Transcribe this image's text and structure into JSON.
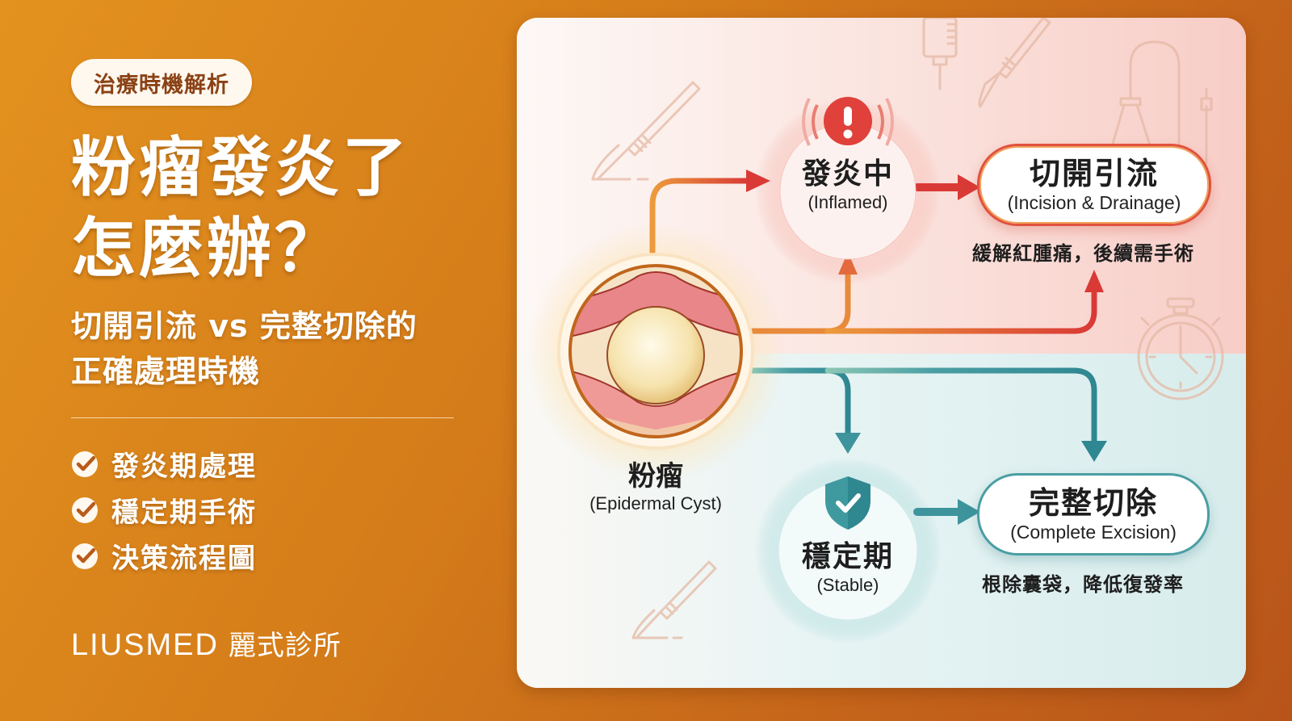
{
  "left": {
    "tag": "治療時機解析",
    "title_lines": [
      "粉瘤發炎了",
      "怎麼辦？"
    ],
    "subtitle_lines": [
      "切開引流 vs 完整切除的",
      "正確處理時機"
    ],
    "checklist": [
      {
        "icon": "check-circle-icon",
        "label": "發炎期處理"
      },
      {
        "icon": "check-circle-icon",
        "label": "穩定期手術"
      },
      {
        "icon": "check-circle-icon",
        "label": "決策流程圖"
      }
    ],
    "brand": {
      "en": "LIUSMED",
      "zh": "麗式診所"
    }
  },
  "diagram": {
    "origin": {
      "zh": "粉瘤",
      "en": "(Epidermal Cyst)"
    },
    "inflamed": {
      "zh": "發炎中",
      "en": "(Inflamed)",
      "icon": "alert-exclamation-icon"
    },
    "stable": {
      "zh": "穩定期",
      "en": "(Stable)",
      "icon": "shield-check-icon"
    },
    "incision": {
      "zh": "切開引流",
      "en": "(Incision & Drainage)",
      "note": "緩解紅腫痛，後續需手術"
    },
    "excision": {
      "zh": "完整切除",
      "en": "(Complete Excision)",
      "note": "根除囊袋，降低復發率"
    },
    "decor_icons": [
      "scalpel-icon",
      "syringe-icon",
      "drain-tube-icon",
      "stopwatch-icon"
    ],
    "colors": {
      "inflamed_red": "#e0413a",
      "stable_teal": "#3d949c",
      "orange_path": "#e88a3a",
      "background_orange": "#d57d1a"
    }
  }
}
